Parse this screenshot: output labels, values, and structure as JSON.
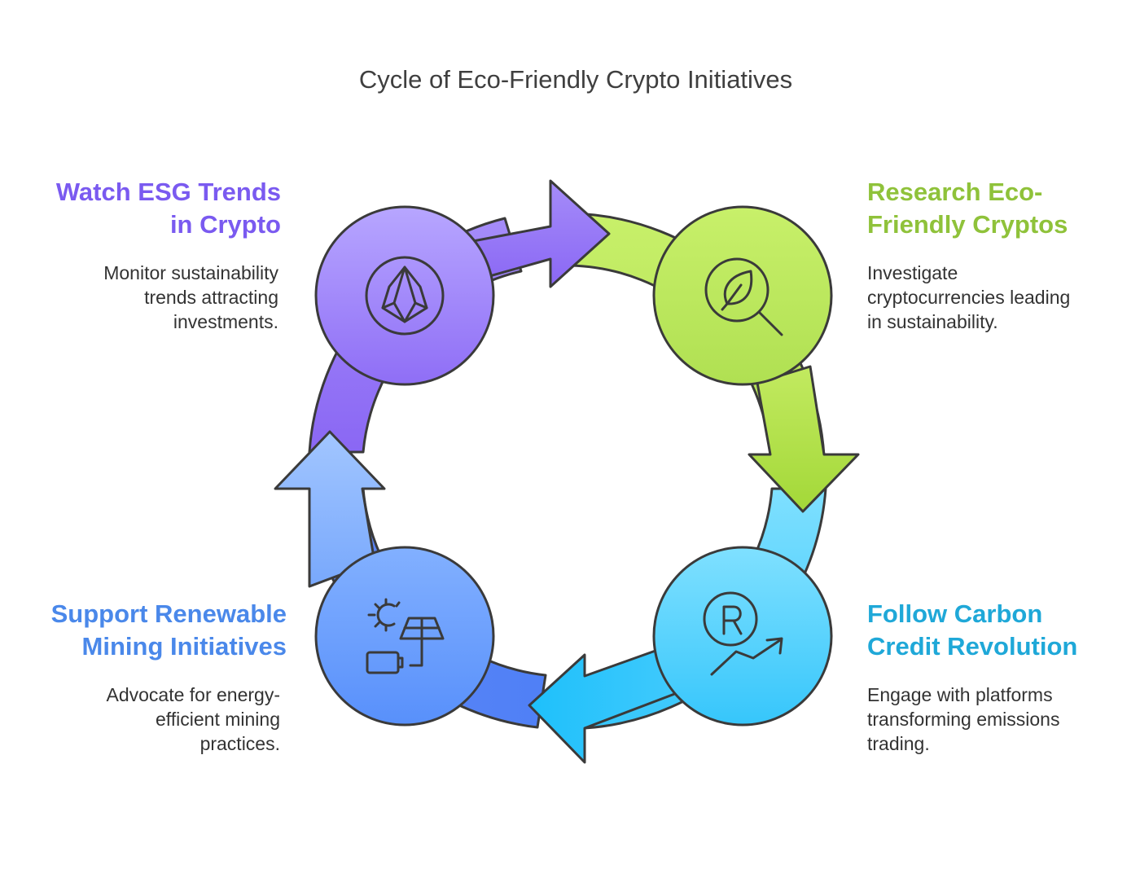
{
  "title": "Cycle of Eco-Friendly Crypto Initiatives",
  "steps": [
    {
      "heading_line1": "Watch ESG Trends",
      "heading_line2": "in Crypto",
      "desc_line1": "Monitor sustainability",
      "desc_line2": "trends attracting",
      "desc_line3": "investments.",
      "color": "#7a5af0",
      "icon": "eos-crystal-icon"
    },
    {
      "heading_line1": "Research Eco-",
      "heading_line2": "Friendly Cryptos",
      "desc_line1": "Investigate",
      "desc_line2": "cryptocurrencies leading",
      "desc_line3": "in sustainability.",
      "color": "#8fc23a",
      "icon": "leaf-magnifier-icon"
    },
    {
      "heading_line1": "Follow Carbon",
      "heading_line2": "Credit Revolution",
      "desc_line1": "Engage with platforms",
      "desc_line2": "transforming emissions",
      "desc_line3": "trading.",
      "color": "#1fa8d8",
      "icon": "registered-trend-icon"
    },
    {
      "heading_line1": "Support Renewable",
      "heading_line2": "Mining Initiatives",
      "desc_line1": "Advocate for energy-",
      "desc_line2": "efficient mining",
      "desc_line3": "practices.",
      "color": "#4a88ea",
      "icon": "solar-battery-icon"
    }
  ]
}
